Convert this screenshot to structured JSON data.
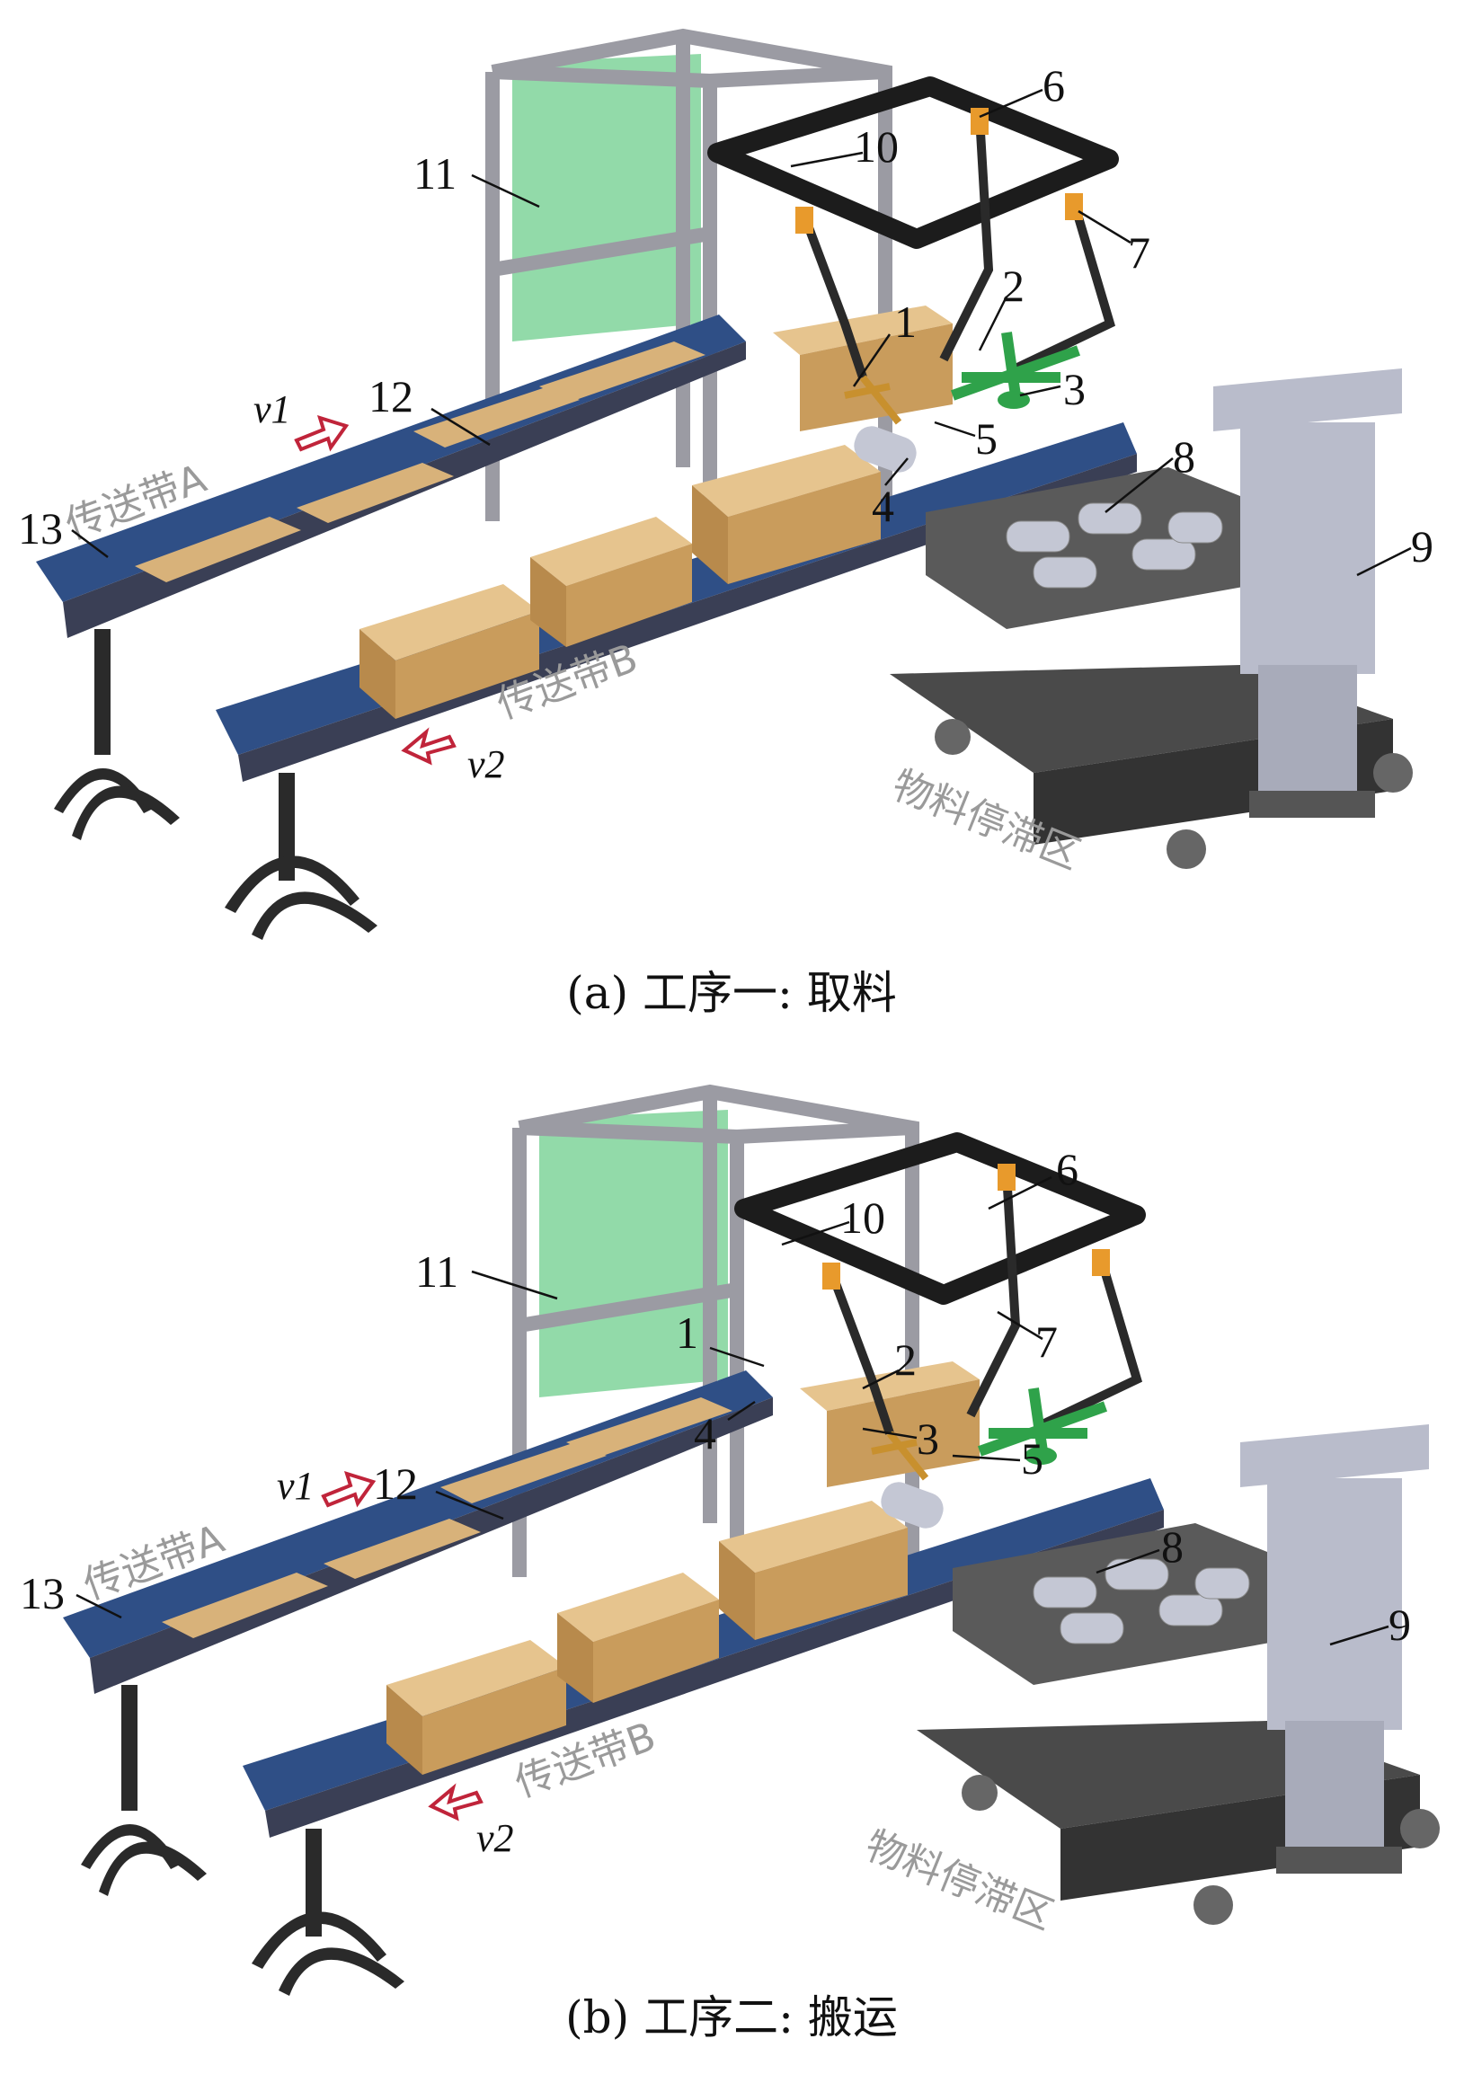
{
  "panels": [
    {
      "caption": "(a) 工序一: 取料",
      "belt_a": "传送带A",
      "belt_b": "传送带B",
      "v1": "v1",
      "v2": "v2",
      "zone": "物料停滞区",
      "labels": [
        "1",
        "2",
        "3",
        "4",
        "5",
        "6",
        "7",
        "8",
        "9",
        "10",
        "11",
        "12",
        "13"
      ]
    },
    {
      "caption": "(b) 工序二: 搬运",
      "belt_a": "传送带A",
      "belt_b": "传送带B",
      "v1": "v1",
      "v2": "v2",
      "zone": "物料停滞区",
      "labels": [
        "1",
        "2",
        "3",
        "4",
        "5",
        "6",
        "7",
        "8",
        "9",
        "10",
        "11",
        "12",
        "13"
      ]
    }
  ],
  "colors": {
    "belt": "#2f4f86",
    "frame": "#9b9ba3",
    "panel": "#7fd39a",
    "box": "#d8b27a",
    "robot": "#1c1c1c",
    "arm_green": "#2fa24a",
    "cart": "#4a4a4a",
    "column": "#b9bccb",
    "arrow": "#c0243a"
  }
}
